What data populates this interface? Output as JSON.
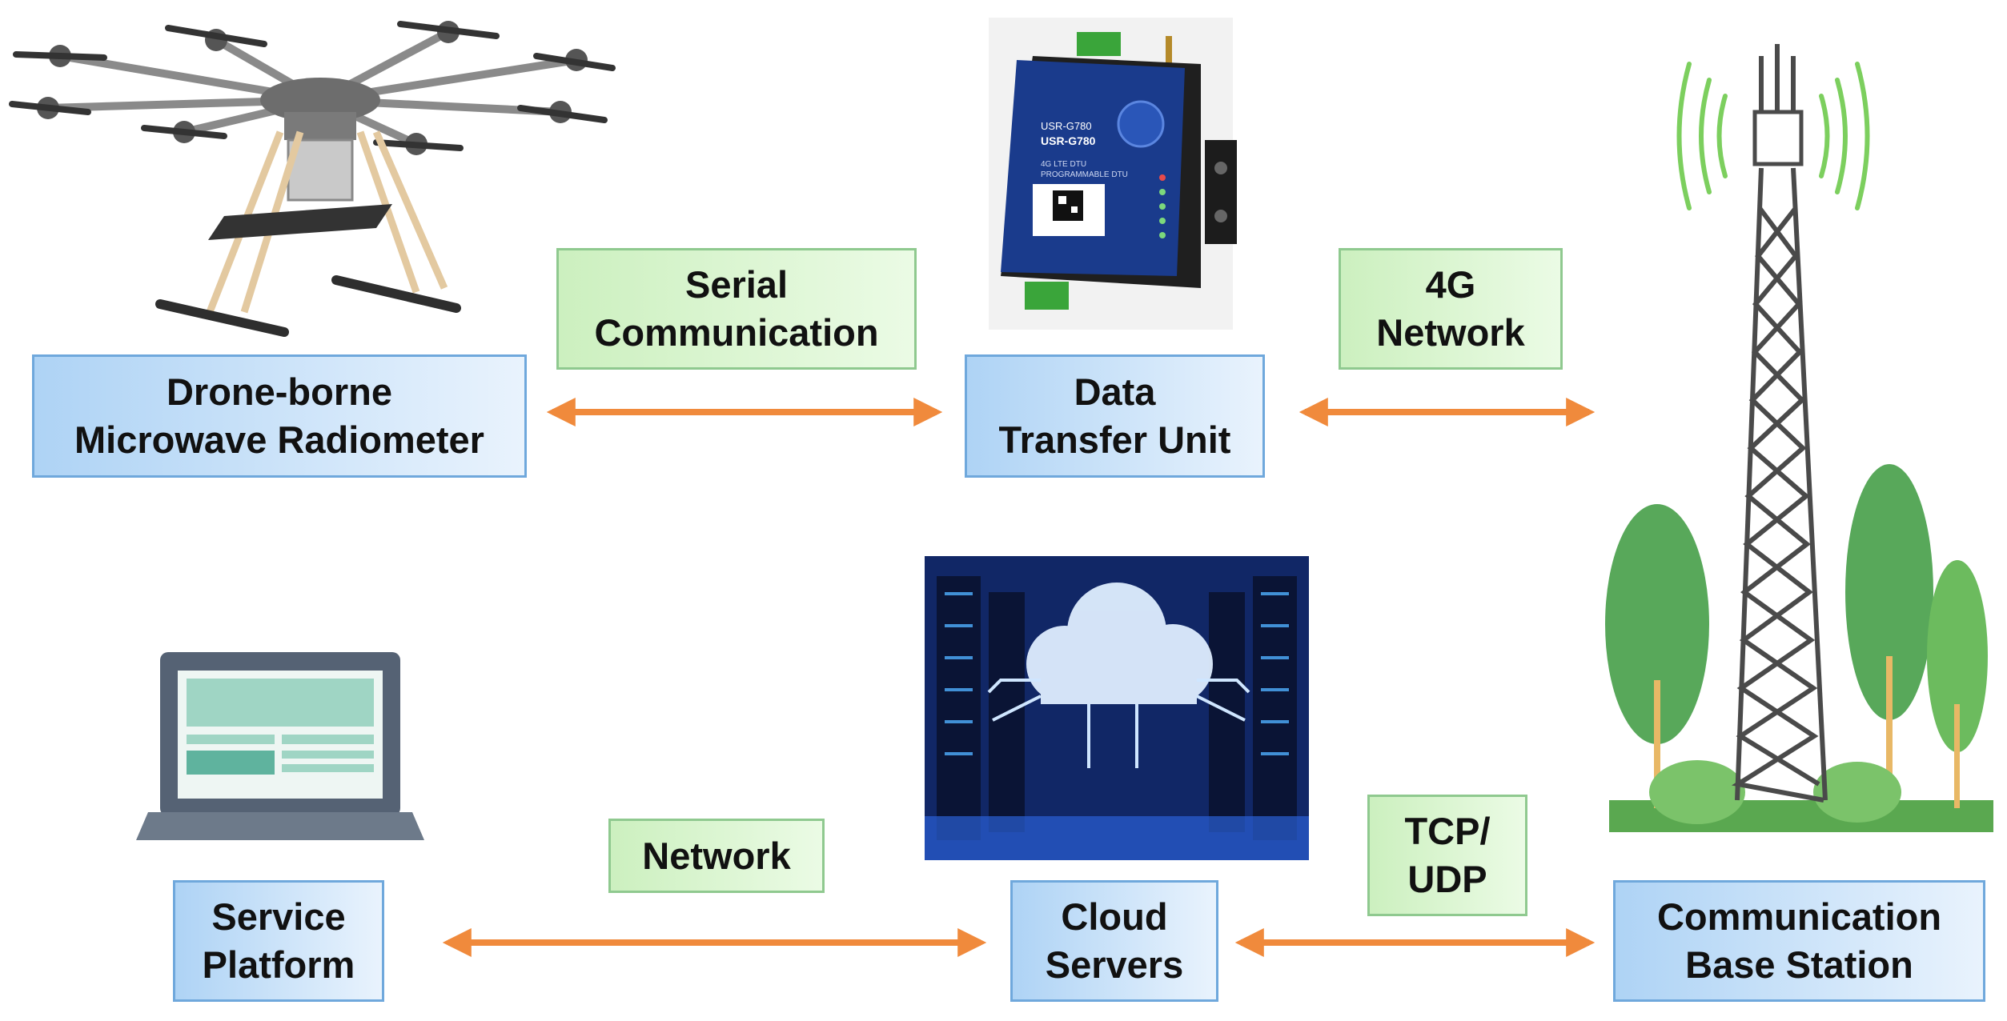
{
  "nodes": {
    "radiometer": "Drone-borne\nMicrowave Radiometer",
    "dtu": "Data\nTransfer Unit",
    "service_platform": "Service\nPlatform",
    "cloud_servers": "Cloud\nServers",
    "base_station": "Communication\nBase Station"
  },
  "links": {
    "serial": "Serial\nCommunication",
    "fourg": "4G\nNetwork",
    "network": "Network",
    "tcp_udp": "TCP/\nUDP"
  },
  "device_label": {
    "brand": "USR-G780",
    "model": "USR-G780",
    "line1": "4G LTE DTU",
    "line2": "PROGRAMMABLE DTU"
  },
  "colors": {
    "arrow": "#f08a3c",
    "node_border": "#6fa8dc",
    "label_border": "#8fc98f",
    "tower": "#4a4a4a",
    "tree": "#58a85a"
  }
}
